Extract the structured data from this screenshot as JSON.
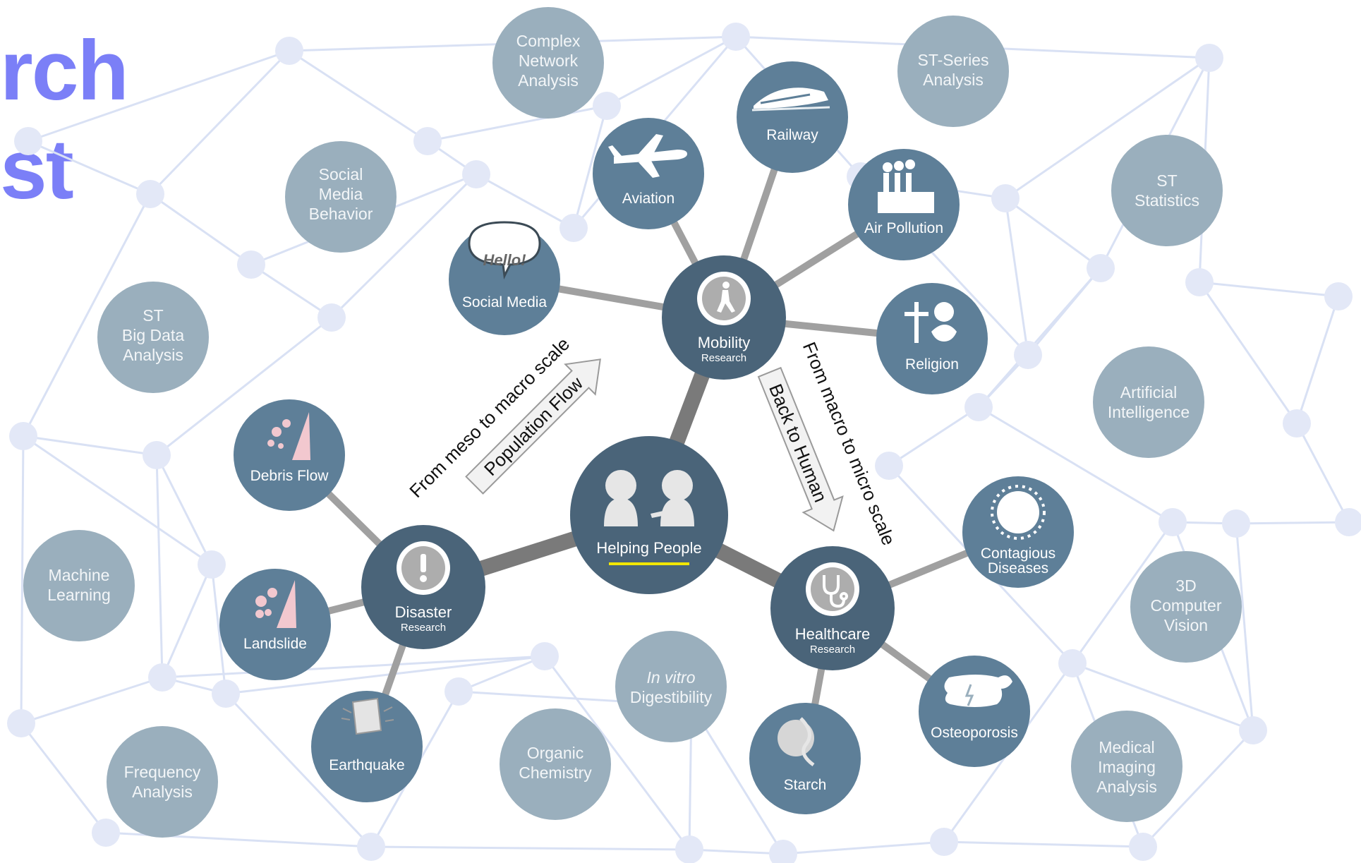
{
  "title": {
    "line1": "rch",
    "line2": "st"
  },
  "colors": {
    "title": "#7B7FF7",
    "mesh": "#D9E1F4",
    "mesh_node": "#E3E8F7",
    "skill": "#9AAFBD",
    "topic": "#5E7F98",
    "hub": "#4A6479",
    "center": "#4A6479",
    "connector": "#8C8C8C",
    "underline": "#F2E600"
  },
  "center": {
    "label": "Helping People",
    "icon": "two-people-icon"
  },
  "hubs": {
    "mobility": {
      "label": "Mobility",
      "sub": "Research",
      "icon": "walking-person-icon"
    },
    "disaster": {
      "label": "Disaster",
      "sub": "Research",
      "icon": "exclamation-icon"
    },
    "healthcare": {
      "label": "Healthcare",
      "sub": "Research",
      "icon": "stethoscope-icon"
    }
  },
  "topics": {
    "social_media": {
      "label": "Social Media",
      "bubble": "Hello!"
    },
    "aviation": {
      "label": "Aviation"
    },
    "railway": {
      "label": "Railway"
    },
    "air_pollution": {
      "label": "Air Pollution"
    },
    "religion": {
      "label": "Religion"
    },
    "debris_flow": {
      "label": "Debris Flow"
    },
    "landslide": {
      "label": "Landslide"
    },
    "earthquake": {
      "label": "Earthquake"
    },
    "contagious": {
      "line1": "Contagious",
      "line2": "Diseases"
    },
    "osteoporosis": {
      "label": "Osteoporosis"
    },
    "starch": {
      "label": "Starch"
    }
  },
  "skills": {
    "complex_network": [
      "Complex",
      "Network",
      "Analysis"
    ],
    "st_series": [
      "ST-Series",
      "Analysis"
    ],
    "social_media_behavior": [
      "Social",
      "Media",
      "Behavior"
    ],
    "st_statistics": [
      "ST",
      "Statistics"
    ],
    "st_big_data": [
      "ST",
      "Big Data",
      "Analysis"
    ],
    "artificial_intelligence": [
      "Artificial",
      "Intelligence"
    ],
    "machine_learning": [
      "Machine",
      "Learning"
    ],
    "computer_vision": [
      "3D",
      "Computer",
      "Vision"
    ],
    "frequency_analysis": [
      "Frequency",
      "Analysis"
    ],
    "organic_chemistry": [
      "Organic",
      "Chemistry"
    ],
    "in_vitro": [
      "In vitro",
      "Digestibility"
    ],
    "medical_imaging": [
      "Medical",
      "Imaging",
      "Analysis"
    ]
  },
  "arrows": {
    "population_flow": "Population Flow",
    "meso_to_macro": "From meso to macro scale",
    "back_to_human": "Back to Human",
    "macro_to_micro": "From macro to micro scale"
  }
}
